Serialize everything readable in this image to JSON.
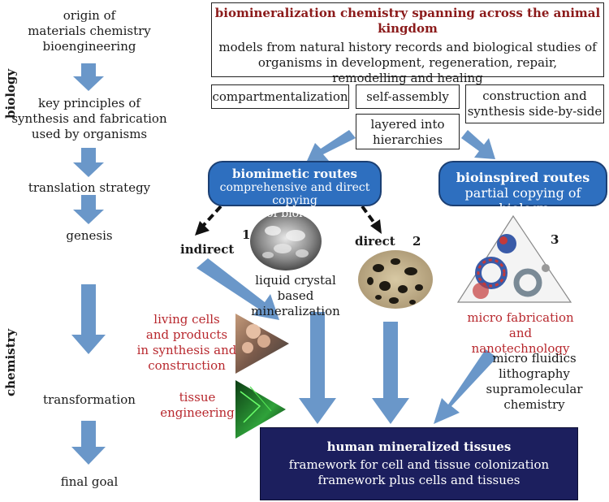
{
  "colors": {
    "arrow_blue": "#6a97c9",
    "box_blue": "#2e6fbf",
    "dark_navy": "#1c1f5e",
    "red_text": "#b8282e",
    "title_red": "#8b1a1a"
  },
  "side_labels": {
    "biology": "biology",
    "chemistry": "chemistry"
  },
  "left_column": {
    "step1": [
      "origin of",
      "materials chemistry",
      "bioengineering"
    ],
    "step2": [
      "key principles of",
      "synthesis and fabrication",
      "used by organisms"
    ],
    "step3": "translation strategy",
    "step4": "genesis",
    "step5": "transformation",
    "step6": "final goal"
  },
  "top_box": {
    "title": "biomineralization chemistry spanning across the animal kingdom",
    "body": [
      "models from natural history records and biological studies of",
      "organisms in development, regeneration, repair,",
      "remodelling and healing"
    ]
  },
  "principle_boxes": {
    "compartmentalization": "compartmentalization",
    "self_assembly": "self-assembly",
    "construction": [
      "construction and",
      "synthesis side-by-side"
    ],
    "layered": [
      "layered into",
      "hierarchies"
    ]
  },
  "biomimetic": {
    "title": "biomimetic routes",
    "sub": [
      "comprehensive and direct copying",
      "of biology"
    ]
  },
  "bioinspired": {
    "title": "bioinspired routes",
    "sub": "partial copying of biology"
  },
  "route_labels": {
    "indirect": "indirect",
    "direct": "direct",
    "n1": "1",
    "n2": "2",
    "n3": "3"
  },
  "route1_caption": [
    "liquid crystal based",
    "mineralization"
  ],
  "route3_caption": [
    "micro fabrication",
    "and nanotechnology"
  ],
  "route3_methods": [
    "micro fluidics",
    "lithography",
    "supramolecular",
    "chemistry"
  ],
  "cells_caption": [
    "living cells",
    "and products",
    "in synthesis and",
    "construction"
  ],
  "tissue_caption": [
    "tissue",
    "engineering"
  ],
  "goal_box": {
    "title": "human mineralized tissues",
    "line1": "framework for cell and tissue colonization",
    "line2": "framework plus cells and tissues"
  }
}
